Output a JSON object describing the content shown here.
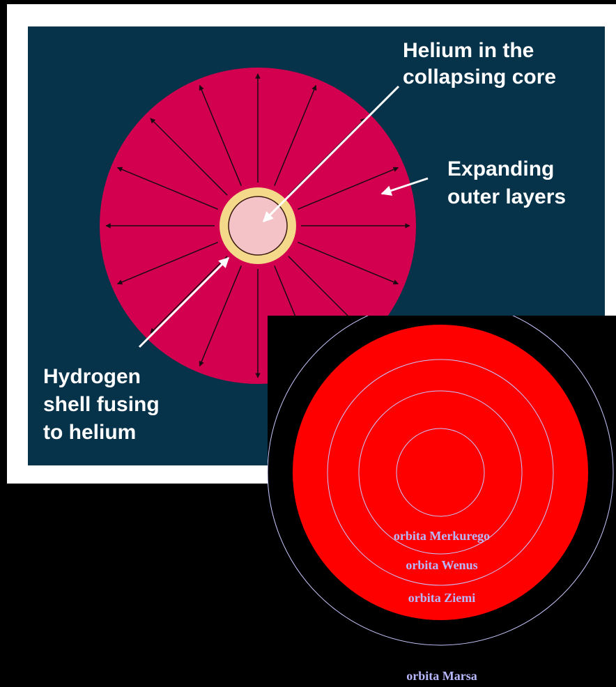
{
  "diagram1": {
    "labels": {
      "core_line1": "Helium in the",
      "core_line2": "collapsing core",
      "outer_line1": "Expanding",
      "outer_line2": "outer layers",
      "shell_line1": "Hydrogen",
      "shell_line2": "shell fusing",
      "shell_line3": "to helium"
    },
    "colors": {
      "background": "#06334a",
      "envelope": "#d2004f",
      "shell": "#f4d98a",
      "core": "#f3c3c8",
      "arrow": "#1a0b12",
      "pointer": "#ffffff"
    }
  },
  "diagram2": {
    "orbits": [
      {
        "label": "orbita Merkurego"
      },
      {
        "label": "orbita Wenus"
      },
      {
        "label": "orbita Ziemi"
      },
      {
        "label": "orbita Marsa"
      }
    ],
    "colors": {
      "background": "#000000",
      "star": "#ff0000",
      "orbit_line": "#c8c8ff",
      "label": "#b8b8ff"
    }
  }
}
